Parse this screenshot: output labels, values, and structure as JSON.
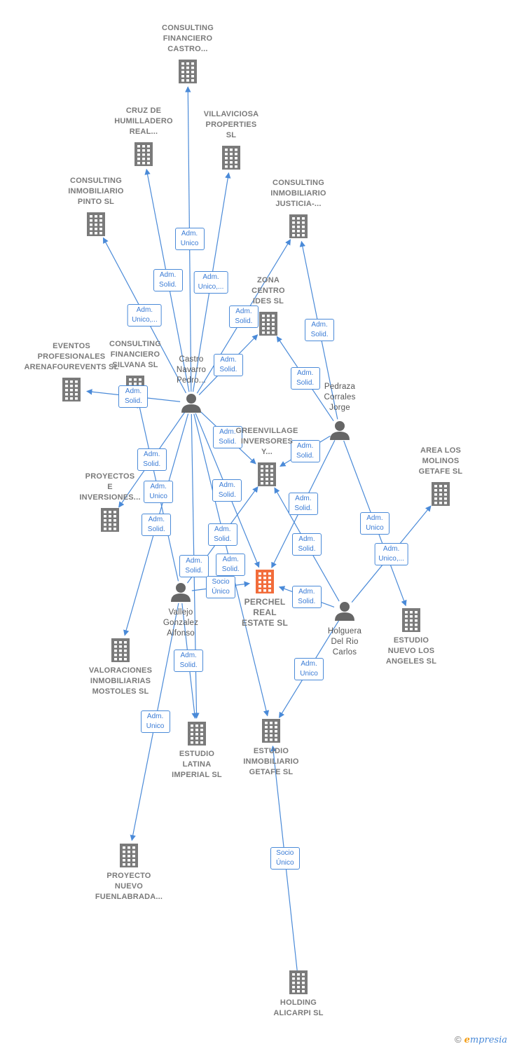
{
  "colors": {
    "company": "#7a7a7a",
    "focal": "#f26c3a",
    "person": "#666666",
    "edge": "#4a8ad8"
  },
  "nodes": [
    {
      "id": "cfc",
      "type": "company",
      "label": "CONSULTING\nFINANCIERO\nCASTRO..."
    },
    {
      "id": "chr",
      "type": "company",
      "label": "CRUZ DE\nHUMILLADERO\nREAL..."
    },
    {
      "id": "vp",
      "type": "company",
      "label": "VILLAVICIOSA\nPROPERTIES\nSL"
    },
    {
      "id": "cip",
      "type": "company",
      "label": "CONSULTING\nINMOBILIARIO\nPINTO  SL"
    },
    {
      "id": "cij",
      "type": "company",
      "label": "CONSULTING\nINMOBILIARIO\nJUSTICIA-..."
    },
    {
      "id": "zc",
      "type": "company",
      "label": "ZONA\nCENTRO\nIDES  SL"
    },
    {
      "id": "epa",
      "type": "company",
      "label": "EVENTOS\nPROFESIONALES\nARENAFOUREVENTS SL"
    },
    {
      "id": "cfs",
      "type": "company",
      "label": "CONSULTING\nFINANCIERO\nSILVANA SL"
    },
    {
      "id": "gvi",
      "type": "company",
      "label": "GREENVILLAGE\nINVERSORES\nY..."
    },
    {
      "id": "alm",
      "type": "company",
      "label": "AREA LOS\nMOLINOS\nGETAFE  SL"
    },
    {
      "id": "pei",
      "type": "company",
      "label": "PROYECTOS\nE\nINVERSIONES..."
    },
    {
      "id": "prl",
      "type": "focal",
      "label": "PERCHEL\nREAL\nESTATE  SL"
    },
    {
      "id": "enla",
      "type": "company",
      "label": "ESTUDIO\nNUEVO LOS\nANGELES SL"
    },
    {
      "id": "vim",
      "type": "company",
      "label": "VALORACIONES\nINMOBILIARIAS\nMOSTOLES  SL"
    },
    {
      "id": "eli",
      "type": "company",
      "label": "ESTUDIO\nLATINA\nIMPERIAL  SL"
    },
    {
      "id": "eig",
      "type": "company",
      "label": "ESTUDIO\nINMOBILIARIO\nGETAFE SL"
    },
    {
      "id": "pnf",
      "type": "company",
      "label": "PROYECTO\nNUEVO\nFUENLABRADA..."
    },
    {
      "id": "hal",
      "type": "company",
      "label": "HOLDING\nALICARPI  SL"
    },
    {
      "id": "cnp",
      "type": "person",
      "label": "Castro\nNavarro\nPedro..."
    },
    {
      "id": "pcj",
      "type": "person",
      "label": "Pedraza\nCorrales\nJorge"
    },
    {
      "id": "vga",
      "type": "person",
      "label": "Vallejo\nGonzalez\nAlfonso"
    },
    {
      "id": "hdc",
      "type": "person",
      "label": "Holguera\nDel Rio\nCarlos"
    }
  ],
  "edges": [
    {
      "from": "cnp",
      "to": "cfc",
      "label": "Adm.\nUnico"
    },
    {
      "from": "cnp",
      "to": "chr",
      "label": "Adm.\nSolid."
    },
    {
      "from": "cnp",
      "to": "vp",
      "label": "Adm.\nUnico,..."
    },
    {
      "from": "cnp",
      "to": "cip",
      "label": "Adm.\nUnico,..."
    },
    {
      "from": "cnp",
      "to": "cij",
      "label": "Adm.\nSolid."
    },
    {
      "from": "cnp",
      "to": "zc",
      "label": "Adm.\nSolid."
    },
    {
      "from": "cnp",
      "to": "epa",
      "label": "Adm.\nSolid."
    },
    {
      "from": "cnp",
      "to": "pei",
      "label": "Adm.\nSolid."
    },
    {
      "from": "cnp",
      "to": "prl",
      "label": "Adm.\nSolid."
    },
    {
      "from": "cnp",
      "to": "gvi",
      "label": "Adm.\nSolid."
    },
    {
      "from": "cnp",
      "to": "vim",
      "label": "Adm.\nSolid."
    },
    {
      "from": "cnp",
      "to": "eli",
      "label": "Adm.\nSolid."
    },
    {
      "from": "cnp",
      "to": "eig",
      "label": "Adm.\nSolid."
    },
    {
      "from": "pcj",
      "to": "cij",
      "label": "Adm.\nSolid."
    },
    {
      "from": "pcj",
      "to": "zc",
      "label": "Adm.\nSolid."
    },
    {
      "from": "pcj",
      "to": "gvi",
      "label": "Adm.\nSolid."
    },
    {
      "from": "pcj",
      "to": "prl",
      "label": "Adm.\nSolid."
    },
    {
      "from": "pcj",
      "to": "enla",
      "label": "Adm.\nUnico"
    },
    {
      "from": "vga",
      "to": "cfs",
      "label": "Adm.\nUnico"
    },
    {
      "from": "vga",
      "to": "gvi",
      "label": "Adm.\nSolid."
    },
    {
      "from": "vga",
      "to": "prl",
      "label": "Socio\nÚnico"
    },
    {
      "from": "vga",
      "to": "eli",
      "label": "Adm.\nSolid."
    },
    {
      "from": "vga",
      "to": "pnf",
      "label": "Adm.\nUnico"
    },
    {
      "from": "hdc",
      "to": "gvi",
      "label": "Adm.\nSolid."
    },
    {
      "from": "hdc",
      "to": "prl",
      "label": "Adm.\nSolid."
    },
    {
      "from": "hdc",
      "to": "alm",
      "label": "Adm.\nUnico,..."
    },
    {
      "from": "hdc",
      "to": "eig",
      "label": "Adm.\nUnico"
    },
    {
      "from": "hal",
      "to": "eig",
      "label": "Socio\nÚnico"
    }
  ],
  "footer": {
    "copyright": "©",
    "brand_initial": "e",
    "brand_rest": "mpresia"
  }
}
